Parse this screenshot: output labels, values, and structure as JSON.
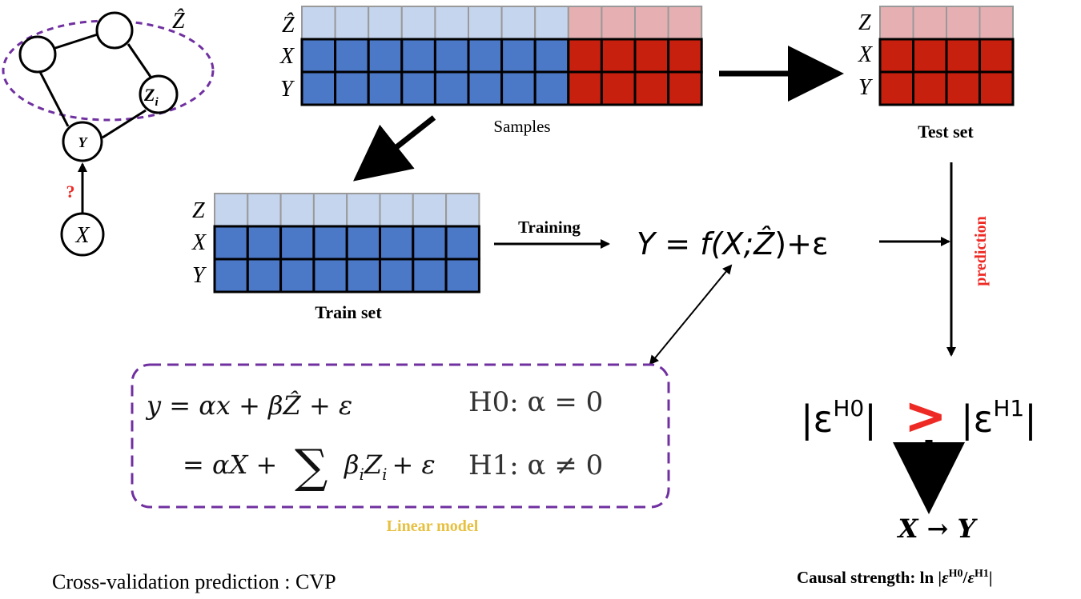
{
  "colors": {
    "blue_dark": "#4c78c8",
    "blue_light": "#c5d5ee",
    "red_dark": "#c8200f",
    "red_light": "#e6b0b3",
    "purple": "#7030a0",
    "accent_red": "#ee2a24",
    "gold": "#e6c040"
  },
  "graph": {
    "z_hat_label": "Ẑ",
    "node_y": "Y",
    "node_x": "X",
    "node_zi": "Z",
    "node_zi_sub": "i",
    "question": "?"
  },
  "samples": {
    "row_labels": [
      "Ẑ",
      "X",
      "Y"
    ],
    "caption": "Samples",
    "blue_cols": 8,
    "red_cols": 4
  },
  "test_set": {
    "row_labels": [
      "Z",
      "X",
      "Y"
    ],
    "caption": "Test set",
    "cols": 4
  },
  "train_set": {
    "row_labels": [
      "Z",
      "X",
      "Y"
    ],
    "caption": "Train set",
    "cols": 8
  },
  "training_label": "Training",
  "prediction_label": "prediction",
  "model_eq": {
    "lhs": "Y = f(X;",
    "zhat": "Ẑ",
    "rhs": ")+ε"
  },
  "linear_model": {
    "line1": "y = αx + βẐ + ε",
    "line2_a": "= αX +",
    "sum": "∑",
    "line2_b": "β",
    "line2_b_sub": "i",
    "line2_c": "Z",
    "line2_c_sub": "i",
    "line2_d": "+ ε",
    "h0": "H0:  α = 0",
    "h1": "H1:  α ≠ 0",
    "caption": "Linear model"
  },
  "comparison": {
    "left_base": "|ε",
    "left_sup": "H0",
    "left_end": "|",
    "op": ">",
    "right_base": "|ε",
    "right_sup": "H1",
    "right_end": "|"
  },
  "causal": {
    "result": "X → Y",
    "strength_label": "Causal strength: ln |",
    "eps": "ε",
    "sup0": "H0",
    "slash": "/",
    "sup1": "H1",
    "end": "|"
  },
  "footer": "Cross-validation prediction : CVP"
}
